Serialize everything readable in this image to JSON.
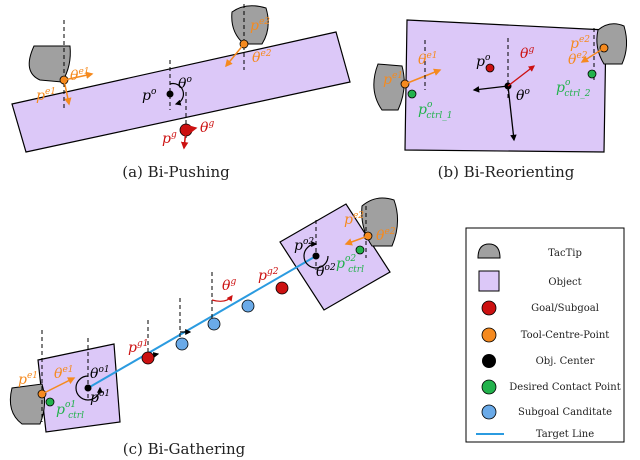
{
  "panels": {
    "a": {
      "caption": "(a) Bi-Pushing"
    },
    "b": {
      "caption": "(b) Bi-Reorienting"
    },
    "c": {
      "caption": "(c) Bi-Gathering"
    }
  },
  "math": {
    "p": "p",
    "theta": "θ",
    "o": "o",
    "g": "g",
    "e1": "e1",
    "e2": "e2",
    "ctrl1": "ctrl_1",
    "ctrl2": "ctrl_2",
    "ctrl": "ctrl",
    "o1": "o1",
    "o2": "o2",
    "g1": "g1",
    "g2": "g2"
  },
  "legend": {
    "items": [
      {
        "label": "TacTip"
      },
      {
        "label": "Object"
      },
      {
        "label": "Goal/Subgoal"
      },
      {
        "label": "Tool-Centre-Point"
      },
      {
        "label": "Obj. Center"
      },
      {
        "label": "Desired Contact Point"
      },
      {
        "label": "Subgoal Canditate"
      },
      {
        "label": "Target Line"
      }
    ]
  },
  "colors": {
    "object_fill": "#dcc8f8",
    "tactip": "#a0a0a0",
    "goal": "#cc1111",
    "tcp": "#f58a1f",
    "center": "#000000",
    "contact": "#22b24c",
    "candidate": "#6aaae8",
    "line": "#2b9be0"
  }
}
